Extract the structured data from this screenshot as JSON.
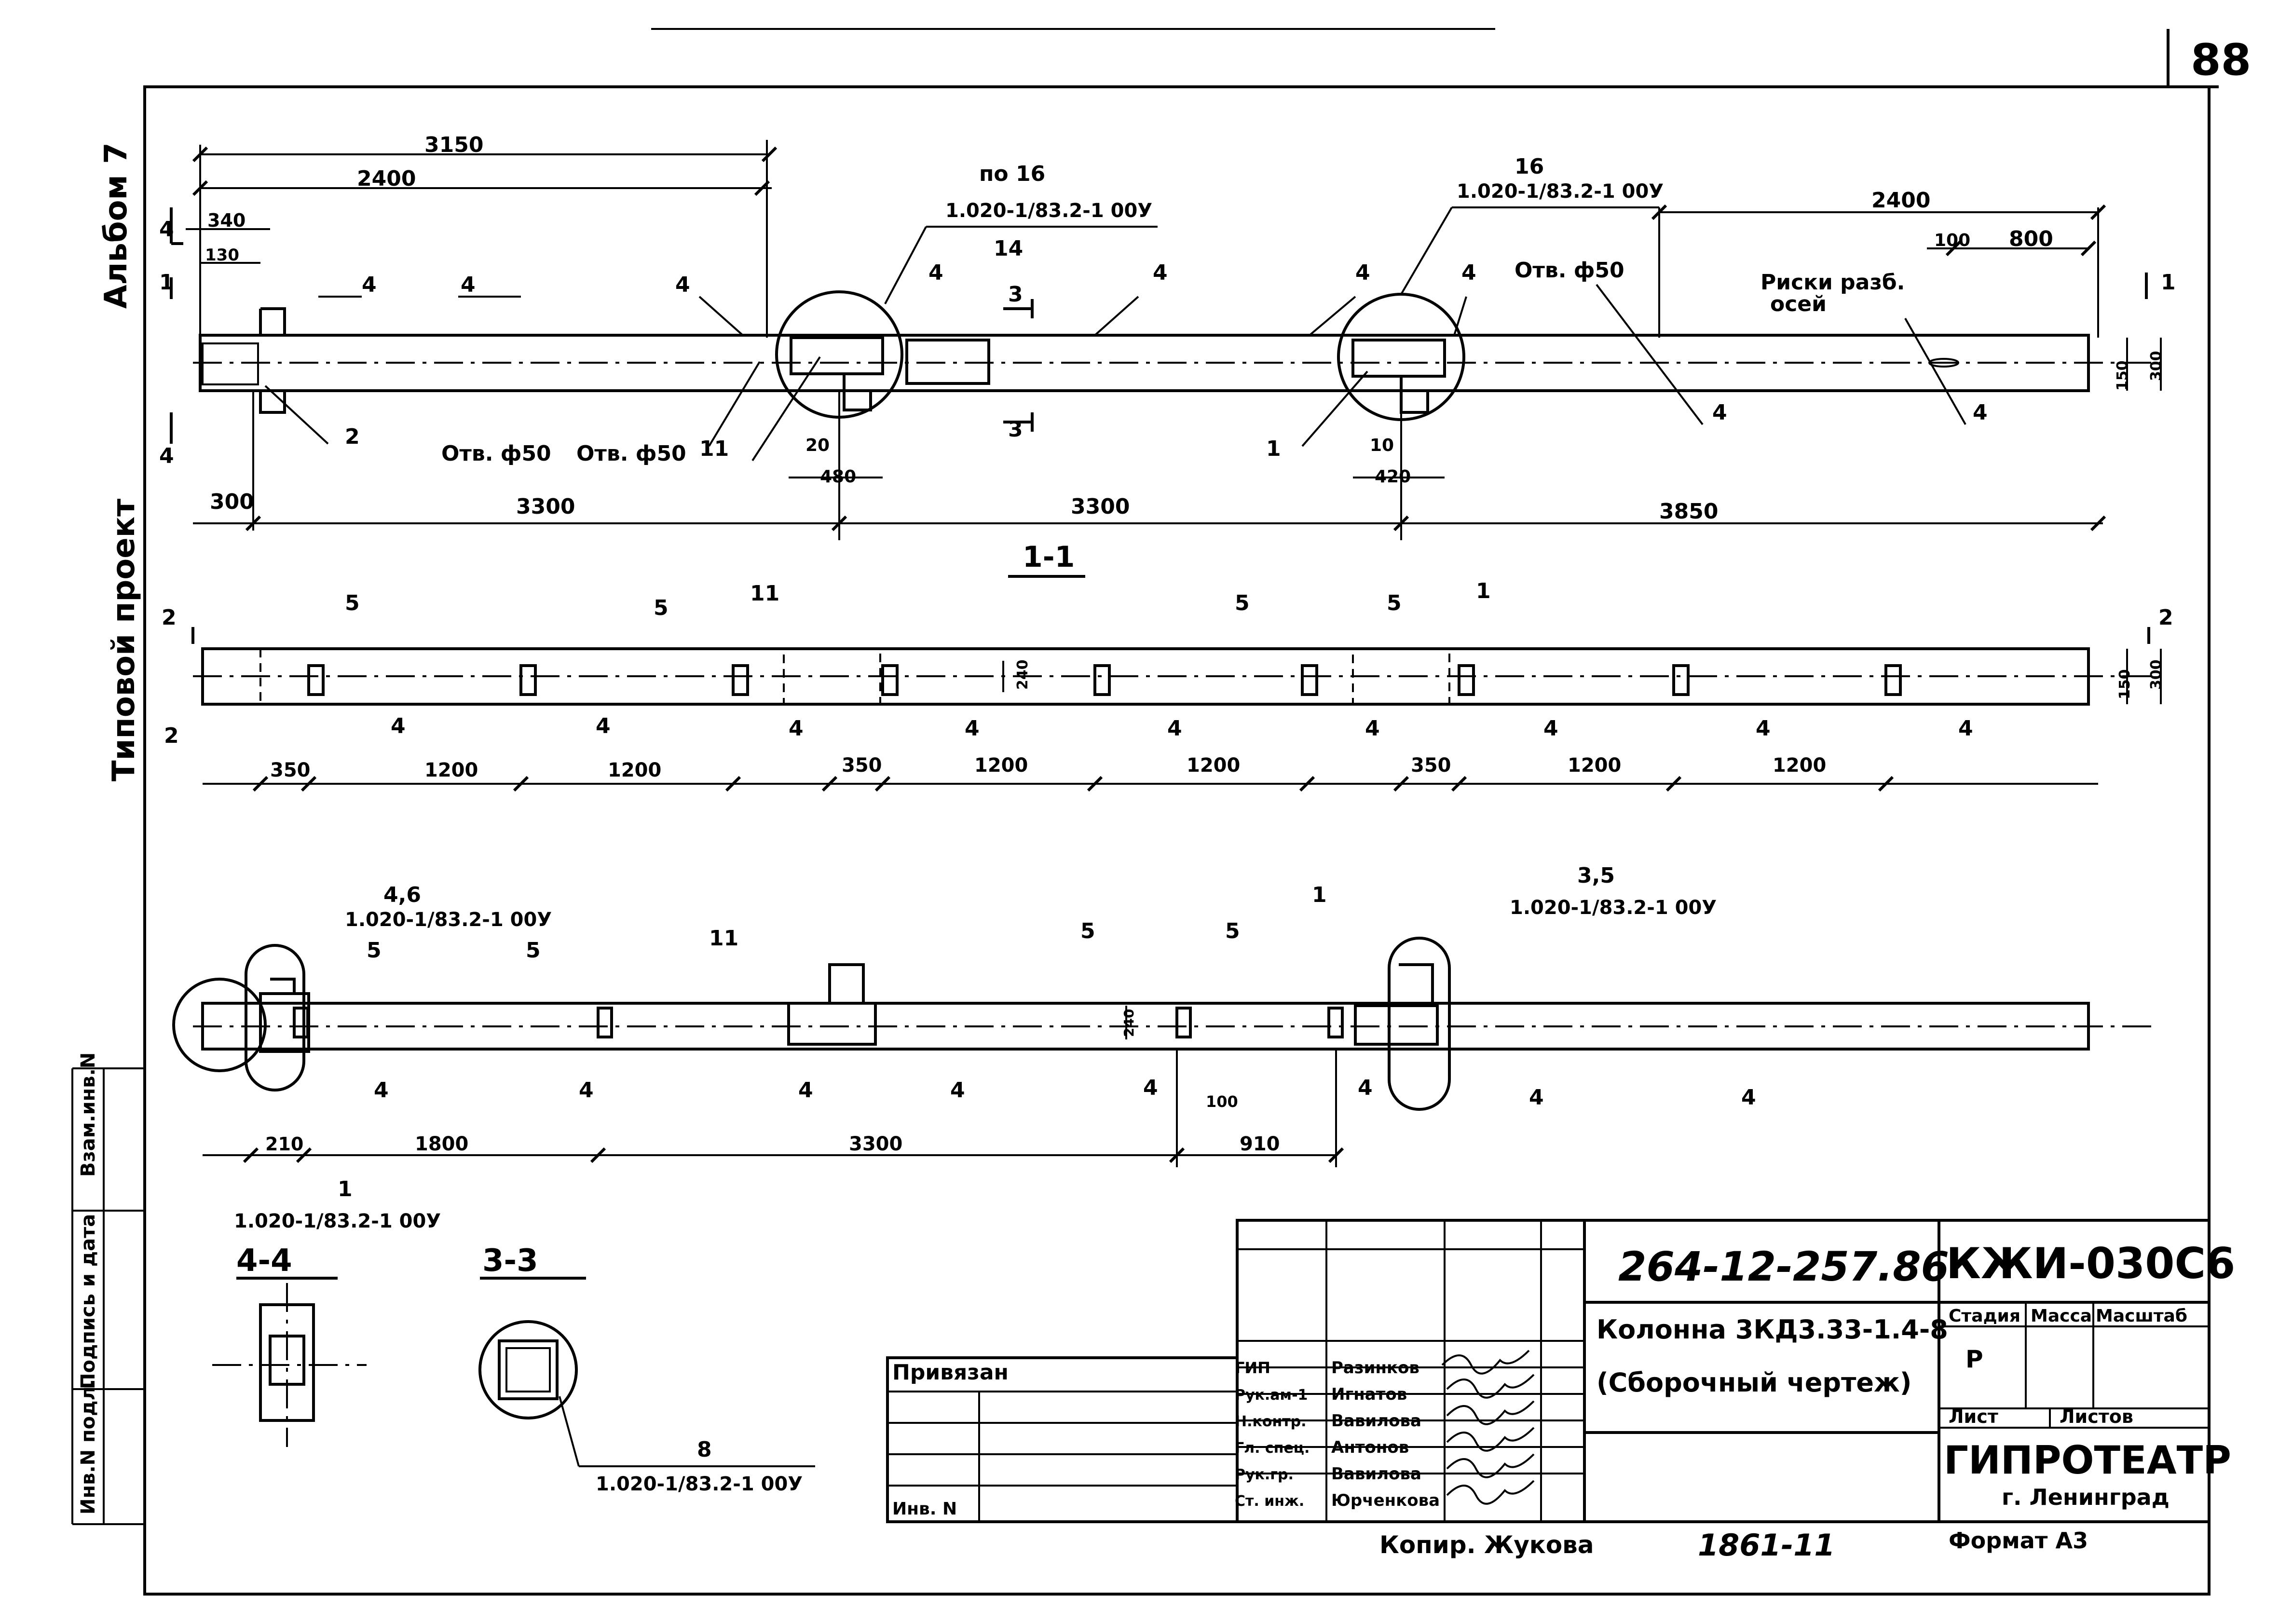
{
  "sheet": {
    "page_number": "88",
    "side_vertical": {
      "album": "Альбом 7",
      "project": "Типовой проект"
    },
    "margin_stamp": {
      "inv_podl": "Инв.N подл.",
      "podpis": "Подпись и дата",
      "vzam": "Взам.инв.N"
    }
  },
  "views": {
    "plan": {
      "dims_top": [
        "3150",
        "2400",
        "340",
        "130",
        "2400",
        "100",
        "800"
      ],
      "dims_bottom": [
        "300",
        "3300",
        "3300",
        "3850"
      ],
      "small_dims": [
        "20",
        "480",
        "10",
        "420",
        "150",
        "300"
      ],
      "callouts": {
        "node16a": {
          "mark": "по 16",
          "ref": "1.020-1/83.2-1 00У"
        },
        "node16b": {
          "mark": "16",
          "ref": "1.020-1/83.2-1 00У"
        },
        "items": [
          "4",
          "4",
          "4",
          "4",
          "4",
          "4",
          "14",
          "4",
          "4",
          "2",
          "11",
          "1",
          "4",
          "4"
        ],
        "holes": [
          "Отв. ф50",
          "Отв. ф50",
          "Отв. ф50"
        ],
        "risk": [
          "Риски разб.",
          "осей"
        ],
        "section_marks": [
          "1",
          "1",
          "1",
          "1",
          "3",
          "3"
        ]
      }
    },
    "section11": {
      "title": "1-1",
      "dims": [
        "350",
        "1200",
        "1200",
        "350",
        "1200",
        "1200",
        "350",
        "1200",
        "1200"
      ],
      "small_dims": [
        "240",
        "150",
        "300"
      ],
      "callouts": [
        "5",
        "5",
        "11",
        "5",
        "5",
        "1",
        "2",
        "4",
        "4",
        "4",
        "4",
        "4",
        "4",
        "4",
        "4",
        "4"
      ],
      "section_marks": [
        "2",
        "2"
      ]
    },
    "section22": {
      "callout_a": {
        "mark": "4,6",
        "ref": "1.020-1/83.2-1 00У"
      },
      "callout_b": {
        "mark": "3,5",
        "ref": "1.020-1/83.2-1 00У"
      },
      "callout_c": {
        "mark": "1",
        "ref": "1.020-1/83.2-1 00У"
      },
      "dims": [
        "210",
        "1800",
        "3300",
        "910",
        "100",
        "240"
      ],
      "callouts": [
        "5",
        "5",
        "11",
        "5",
        "5",
        "1",
        "4",
        "4",
        "4",
        "4",
        "4",
        "4",
        "4",
        "4"
      ]
    },
    "section44": {
      "title": "4-4"
    },
    "section33": {
      "title": "3-3",
      "callout": {
        "mark": "8",
        "ref": "1.020-1/83.2-1 00У"
      }
    }
  },
  "title_block": {
    "doc_code": "264-12-257.86",
    "mark": "КЖИ-030С6",
    "name_line1": "Колонна 3КД3.33-1.4-8",
    "name_line2": "(Сборочный чертеж)",
    "stage_header": "Стадия",
    "mass_header": "Масса",
    "scale_header": "Масштаб",
    "stage_value": "Р",
    "sheet_label": "Лист",
    "sheets_label": "Листов",
    "org": "ГИПРОТЕАТР",
    "city": "г. Ленинград",
    "privyazan": "Привязан",
    "inv_n": "Инв. N",
    "roles": [
      {
        "role": "ГИП",
        "name": "Разинков"
      },
      {
        "role": "Рук.ам-1",
        "name": "Игнатов"
      },
      {
        "role": "Н.контр.",
        "name": "Вавилова"
      },
      {
        "role": "Гл. спец.",
        "name": "Антонов"
      },
      {
        "role": "Рук.гр.",
        "name": "Вавилова"
      },
      {
        "role": "Ст. инж.",
        "name": "Юрченкова"
      }
    ],
    "copied_by": "Копир. Жукова",
    "order_no": "1861-11",
    "format": "Формат А3"
  }
}
